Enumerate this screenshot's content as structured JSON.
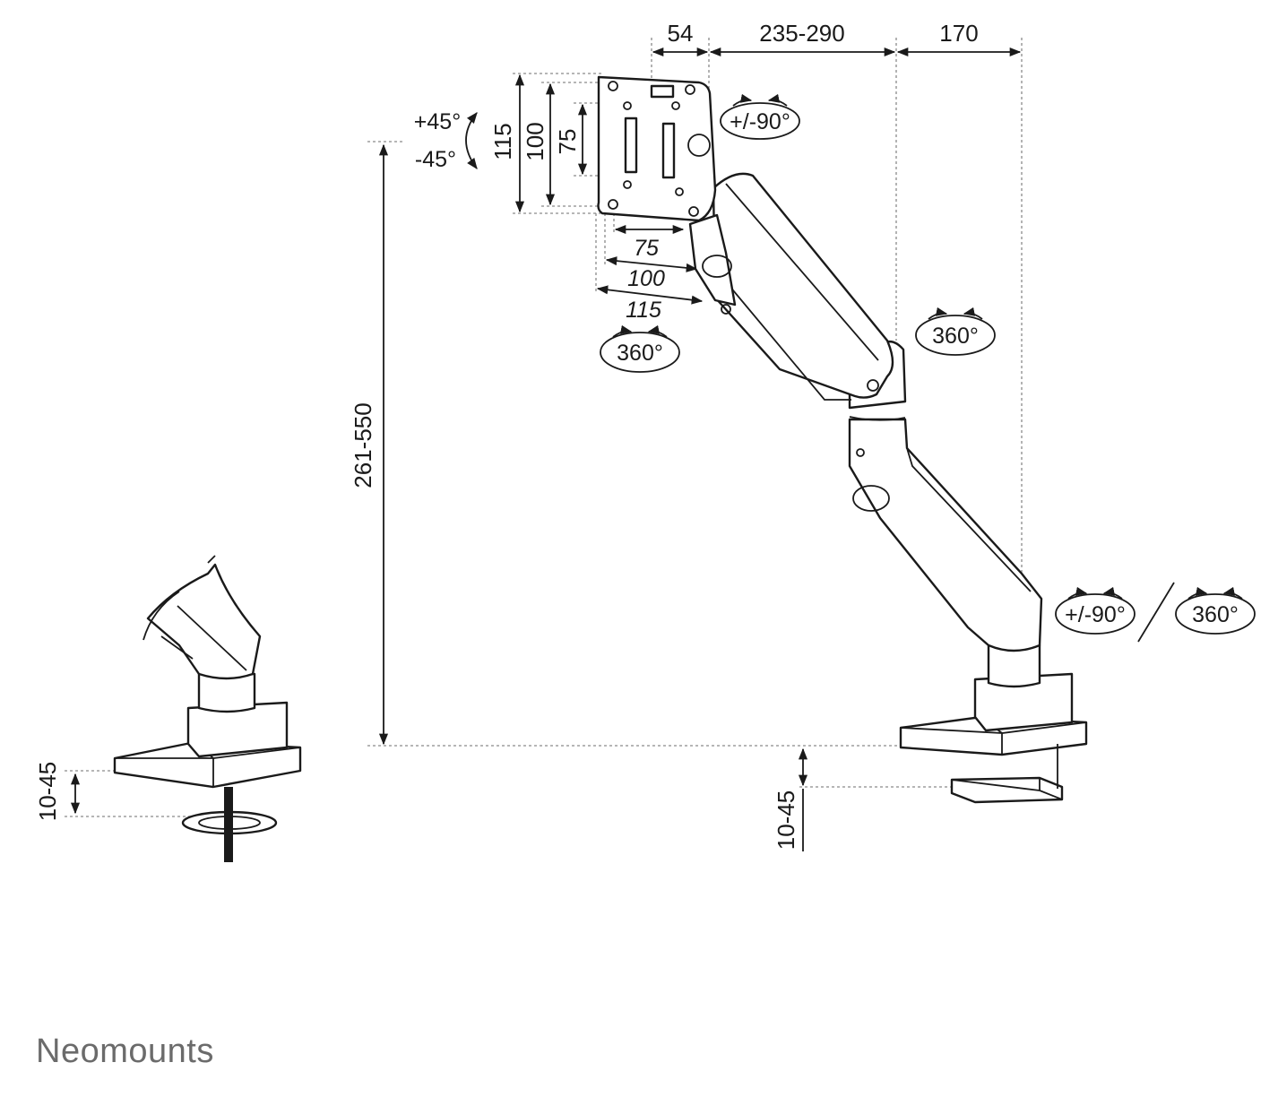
{
  "dimensions": {
    "top_offset": "54",
    "arm_reach": "235-290",
    "base_offset": "170",
    "vesa_h_outer": "115",
    "vesa_h_mid": "100",
    "vesa_h_inner": "75",
    "vesa_w_inner": "75",
    "vesa_w_mid": "100",
    "vesa_w_outer": "115",
    "height_range": "261-550",
    "desk_thickness_clamp": "10-45",
    "desk_thickness_grommet": "10-45"
  },
  "rotations": {
    "tilt_up": "+45°",
    "tilt_down": "-45°",
    "rotate_screen": "+/-90°",
    "swivel_head": "360°",
    "swivel_elbow": "360°",
    "swivel_base_limited": "+/-90°",
    "swivel_base_full": "360°"
  },
  "brand": {
    "name": "Neomounts"
  },
  "colors": {
    "line": "#1a1a1a",
    "guide": "#8a8a8a",
    "brand": "#6b6b6b"
  }
}
